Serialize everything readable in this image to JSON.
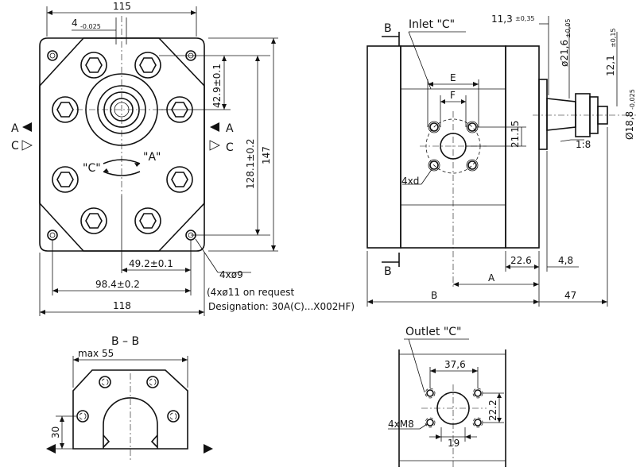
{
  "front_view": {
    "dim_width_top": "115",
    "dim_key": "4",
    "dim_key_tol": "-0.025",
    "dim_shaft_height": "42.9±0.1",
    "dim_center_height": "128.1±0.2",
    "dim_height": "147",
    "dim_half_bolt": "49.2±0.1",
    "dim_bolt_spacing": "98.4±0.2",
    "dim_width_bottom": "118",
    "hole_spec": "4xø9",
    "hole_note": "(4xø11 on request",
    "designation": "Designation: 30A(C)...X002HF)",
    "rotation_c": "\"C\"",
    "rotation_a": "\"A\"",
    "arrow_a_left": "A",
    "arrow_c_left": "C",
    "arrow_a_right": "A",
    "arrow_c_right": "C"
  },
  "side_view": {
    "section_b_top": "B",
    "section_b_bottom": "B",
    "inlet_title": "Inlet \"C\"",
    "dim_e": "E",
    "dim_f": "F",
    "dim_port_height": "21.15",
    "dim_port_holes": "4xd",
    "dim_flange_offset": "22.6",
    "dim_shaft_step": "4,8",
    "dim_a": "A",
    "dim_b": "B",
    "dim_shaft_length": "47",
    "dim_shaft_tip": "11,3",
    "dim_shaft_tip_tol": "±0,35",
    "dim_shaft_dia": "ø21,6",
    "dim_shaft_dia_tol": "±0,05",
    "dim_shaft_key": "12,1",
    "dim_shaft_key_tol": "±0,15",
    "dim_thread_tol": "-0,025",
    "dim_thread_dia": "Ø18,8",
    "taper": "1:8"
  },
  "section_view": {
    "title": "B – B",
    "dim_max": "max 55",
    "dim_height": "30"
  },
  "outlet_view": {
    "title": "Outlet \"C\"",
    "dim_spacing": "37,6",
    "dim_height": "22.2",
    "dim_width": "19",
    "thread": "4xM8"
  }
}
